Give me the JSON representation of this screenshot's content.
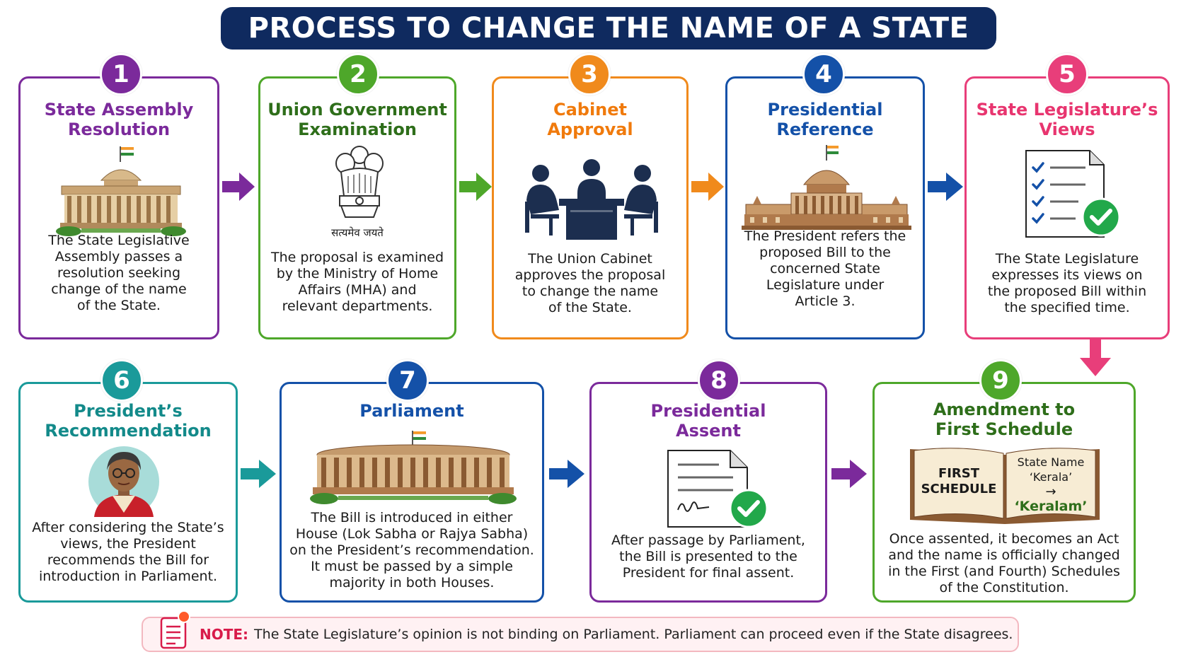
{
  "title": "PROCESS TO CHANGE THE NAME OF A STATE",
  "colors": {
    "banner": "#0f2a5f",
    "step1": "#7b2a9b",
    "step2": "#4ea72a",
    "step3": "#f08a1c",
    "step4": "#1451a8",
    "step5": "#e83e7a",
    "step6": "#1a9a9a",
    "step7": "#1451a8",
    "step8": "#7b2a9b",
    "step9": "#4ea72a",
    "note": "#d81b4a"
  },
  "steps": [
    {
      "number": "1",
      "title_line1": "State Assembly",
      "title_line2": "Resolution",
      "icon": "legislative-building-icon",
      "desc": [
        "The State Legislative",
        "Assembly passes a",
        "resolution seeking",
        "change of the name",
        "of the State."
      ]
    },
    {
      "number": "2",
      "title_line1": "Union Government",
      "title_line2": "Examination",
      "icon": "national-emblem-icon",
      "motto": "सत्यमेव जयते",
      "desc": [
        "The proposal is examined",
        "by the Ministry of Home",
        "Affairs (MHA) and",
        "relevant departments."
      ]
    },
    {
      "number": "3",
      "title_line1": "Cabinet",
      "title_line2": "Approval",
      "icon": "cabinet-meeting-icon",
      "desc": [
        "The Union Cabinet",
        "approves the proposal",
        "to change the name",
        "of the State."
      ]
    },
    {
      "number": "4",
      "title_line1": "Presidential",
      "title_line2": "Reference",
      "icon": "rashtrapati-bhavan-icon",
      "desc": [
        "The President refers the",
        "proposed Bill to the",
        "concerned State",
        "Legislature under",
        "Article 3."
      ]
    },
    {
      "number": "5",
      "title_line1": "State Legislature’s",
      "title_line2": "Views",
      "icon": "checklist-document-icon",
      "desc": [
        "The State Legislature",
        "expresses its views on",
        "the proposed Bill within",
        "the specified time."
      ]
    },
    {
      "number": "6",
      "title_line1": "President’s",
      "title_line2": "Recommendation",
      "icon": "president-portrait-icon",
      "desc": [
        "After considering the State’s",
        "views, the President",
        "recommends the Bill for",
        "introduction in Parliament."
      ]
    },
    {
      "number": "7",
      "title_line1": "Parliament",
      "title_line2": "",
      "icon": "parliament-building-icon",
      "desc": [
        "The Bill is introduced in either",
        "House (Lok Sabha or Rajya Sabha)",
        "on the President’s recommendation.",
        "It must be passed by a simple",
        "majority in both Houses."
      ]
    },
    {
      "number": "8",
      "title_line1": "Presidential",
      "title_line2": "Assent",
      "icon": "signed-document-icon",
      "desc": [
        "After passage by Parliament,",
        "the Bill is presented to the",
        "President for final assent."
      ]
    },
    {
      "number": "9",
      "title_line1": "Amendment to",
      "title_line2": "First Schedule",
      "icon": "open-book-icon",
      "book_left_1": "FIRST",
      "book_left_2": "SCHEDULE",
      "book_right_1": "State Name",
      "book_right_2": "‘Kerala’",
      "book_arrow": "→",
      "book_right_3": "‘Keralam’",
      "desc": [
        "Once assented, it becomes an Act",
        "and the name is officially changed",
        "in the First (and Fourth) Schedules",
        "of the Constitution."
      ]
    }
  ],
  "note": {
    "label": "NOTE:",
    "text": "The State Legislature’s opinion is not binding on Parliament. Parliament can proceed even if the State disagrees."
  }
}
